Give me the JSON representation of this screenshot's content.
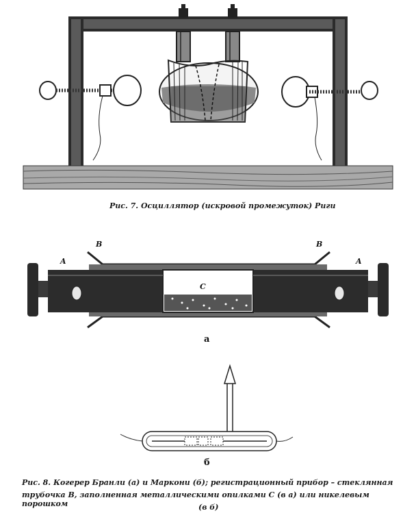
{
  "figure7": {
    "caption": "Рис. 7. Осциллятор (искровой промежуток) Риги"
  },
  "figure8": {
    "labels": {
      "A_left": "A",
      "A_right": "A",
      "B_left": "B",
      "B_right": "B",
      "C": "C"
    },
    "sub_a": "а",
    "sub_b": "б",
    "caption_line1": "Рис. 8. Когерер Бранли (а) и Маркони (б); регистрационный прибор – стеклянная",
    "caption_line2": "трубочка В, заполненная металлическими опилками С (в а) или никелевым порошком",
    "caption_line3": "(в б)"
  }
}
